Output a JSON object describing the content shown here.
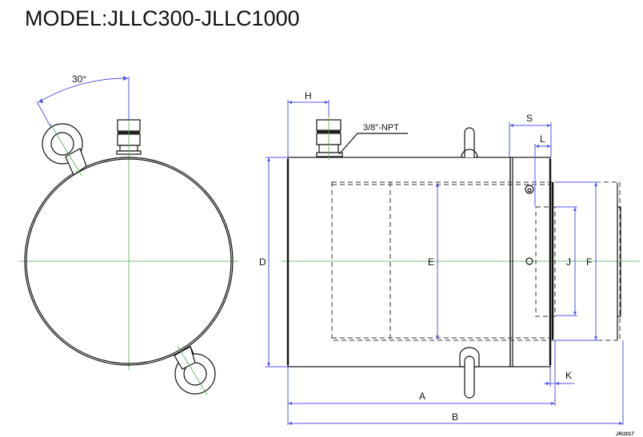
{
  "title": "MODEL:JLLC300-JLLC1000",
  "front_view": {
    "angle_label": "30°"
  },
  "side_view": {
    "port_label": "3/8\"-NPT",
    "dimensions": {
      "A": "A",
      "B": "B",
      "D": "D",
      "E": "E",
      "F": "F",
      "H": "H",
      "J": "J",
      "K": "K",
      "L": "L",
      "S": "S"
    }
  },
  "footer": {
    "revision": "JR/2017"
  },
  "colors": {
    "outline": "#111111",
    "dimension": "#5555ee",
    "centerline": "#4caf50"
  }
}
